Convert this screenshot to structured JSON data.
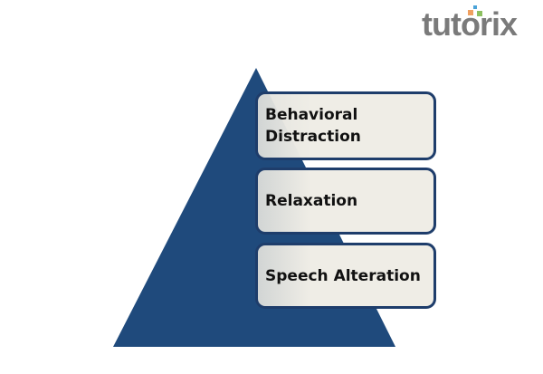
{
  "logo": {
    "text": "tutorix"
  },
  "pyramid": {
    "color": "#1f4a7c",
    "levels": [
      {
        "label": "Behavioral Distraction",
        "line1": "Behavioral",
        "line2": "Distraction"
      },
      {
        "label": "Relaxation"
      },
      {
        "label": "Speech Alteration"
      }
    ]
  }
}
